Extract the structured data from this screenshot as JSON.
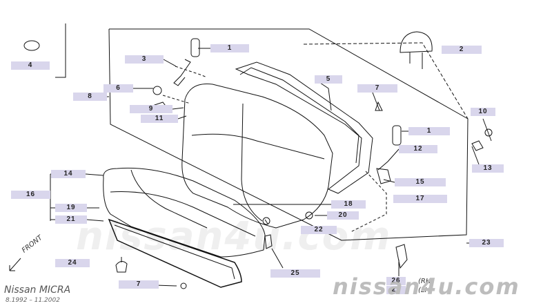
{
  "diagram": {
    "callouts": [
      {
        "id": "c1a",
        "label": "1"
      },
      {
        "id": "c2",
        "label": "2"
      },
      {
        "id": "c3",
        "label": "3"
      },
      {
        "id": "c4",
        "label": "4"
      },
      {
        "id": "c5",
        "label": "5"
      },
      {
        "id": "c6",
        "label": "6"
      },
      {
        "id": "c7a",
        "label": "7"
      },
      {
        "id": "c8",
        "label": "8"
      },
      {
        "id": "c9",
        "label": "9"
      },
      {
        "id": "c10",
        "label": "10"
      },
      {
        "id": "c11",
        "label": "11"
      },
      {
        "id": "c1b",
        "label": "1"
      },
      {
        "id": "c12",
        "label": "12"
      },
      {
        "id": "c13",
        "label": "13"
      },
      {
        "id": "c14",
        "label": "14"
      },
      {
        "id": "c15",
        "label": "15"
      },
      {
        "id": "c16",
        "label": "16"
      },
      {
        "id": "c17",
        "label": "17"
      },
      {
        "id": "c18",
        "label": "18"
      },
      {
        "id": "c19",
        "label": "19"
      },
      {
        "id": "c20",
        "label": "20"
      },
      {
        "id": "c21",
        "label": "21"
      },
      {
        "id": "c22",
        "label": "22"
      },
      {
        "id": "c23",
        "label": "23"
      },
      {
        "id": "c24",
        "label": "24"
      },
      {
        "id": "c25",
        "label": "25"
      },
      {
        "id": "c26",
        "label": "26"
      },
      {
        "id": "c27",
        "label": "27"
      },
      {
        "id": "c7b",
        "label": "7"
      }
    ],
    "front_label": "FRONT",
    "side_rh": "(RH)",
    "side_lh": "(LH)",
    "watermark_center": "nissan4u.com",
    "watermark_corner": "nissan4u.com",
    "model_name": "Nissan MICRA",
    "date_range": "8.1992 – 11.2002"
  }
}
